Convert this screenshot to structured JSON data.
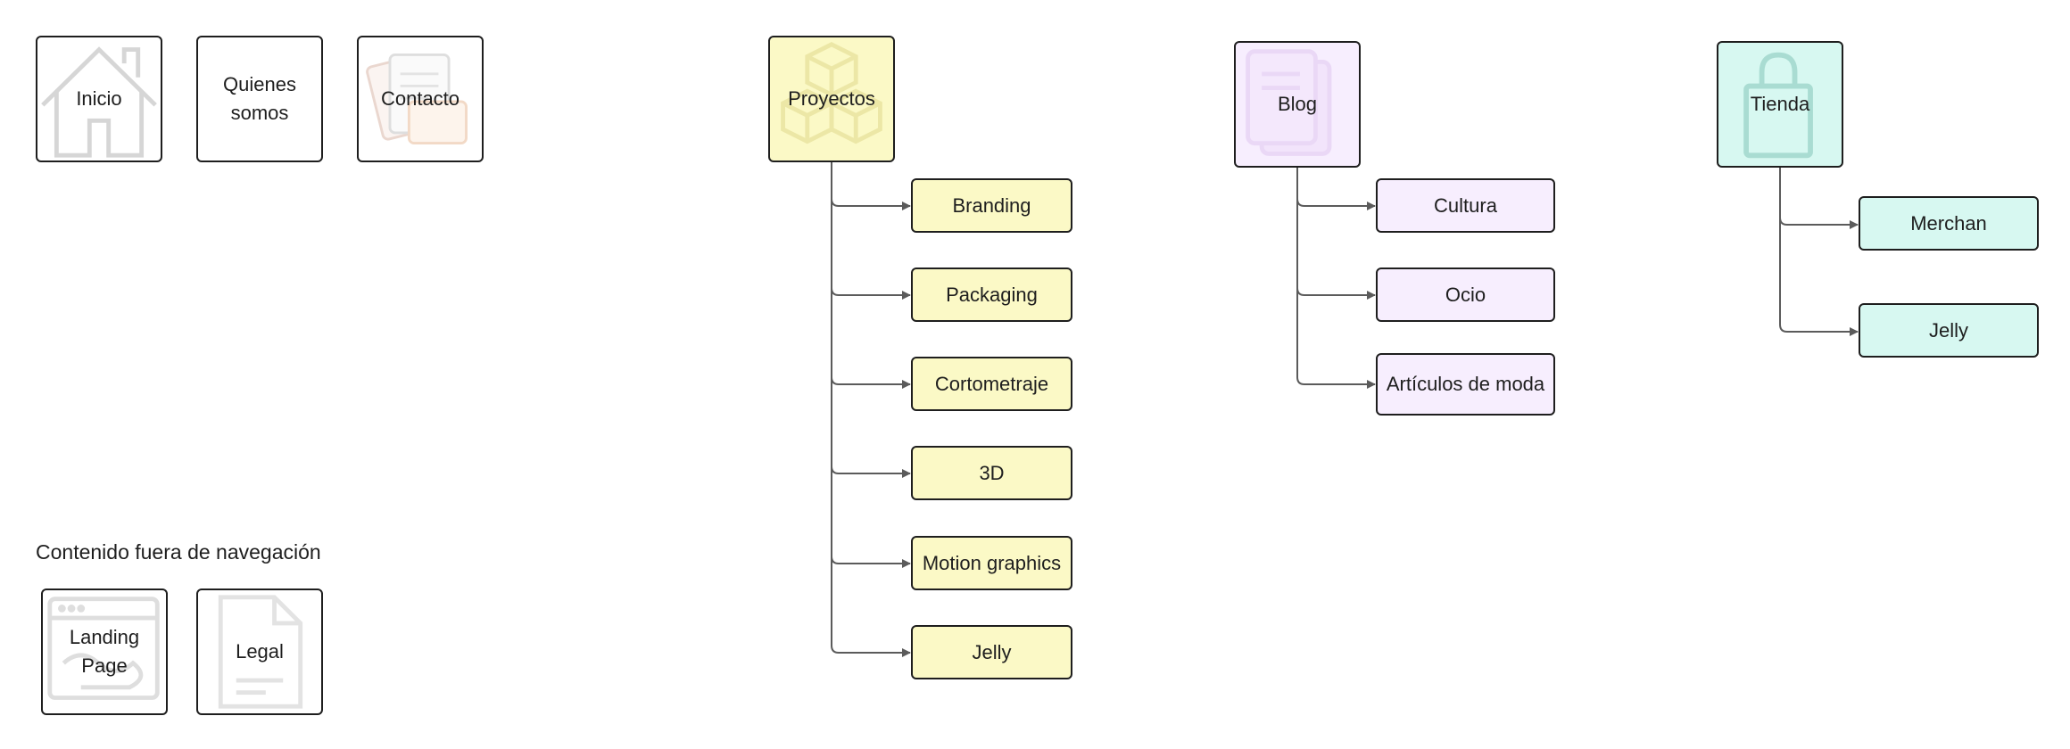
{
  "nav": {
    "inicio": "Inicio",
    "quienes": "Quienes somos",
    "contacto": "Contacto"
  },
  "proyectos": {
    "title": "Proyectos",
    "items": [
      "Branding",
      "Packaging",
      "Cortometraje",
      "3D",
      "Motion graphics",
      "Jelly"
    ]
  },
  "blog": {
    "title": "Blog",
    "items": [
      "Cultura",
      "Ocio",
      "Artículos de moda"
    ]
  },
  "tienda": {
    "title": "Tienda",
    "items": [
      "Merchan",
      "Jelly"
    ]
  },
  "outside": {
    "heading": "Contenido fuera de navegación",
    "landing": "Landing Page",
    "legal": "Legal"
  },
  "icons": {
    "inicio": "house-icon",
    "contacto": "contact-card-icon",
    "proyectos": "cubes-icon",
    "blog": "documents-icon",
    "tienda": "shopping-bag-icon",
    "landing": "web-page-icon",
    "legal": "document-icon"
  },
  "colors": {
    "proyectos": "#fbf9c6",
    "blog": "#f7eefe",
    "tienda": "#d7f8f1",
    "stroke": "#1e1e1e",
    "connector": "#5b5b5b"
  }
}
